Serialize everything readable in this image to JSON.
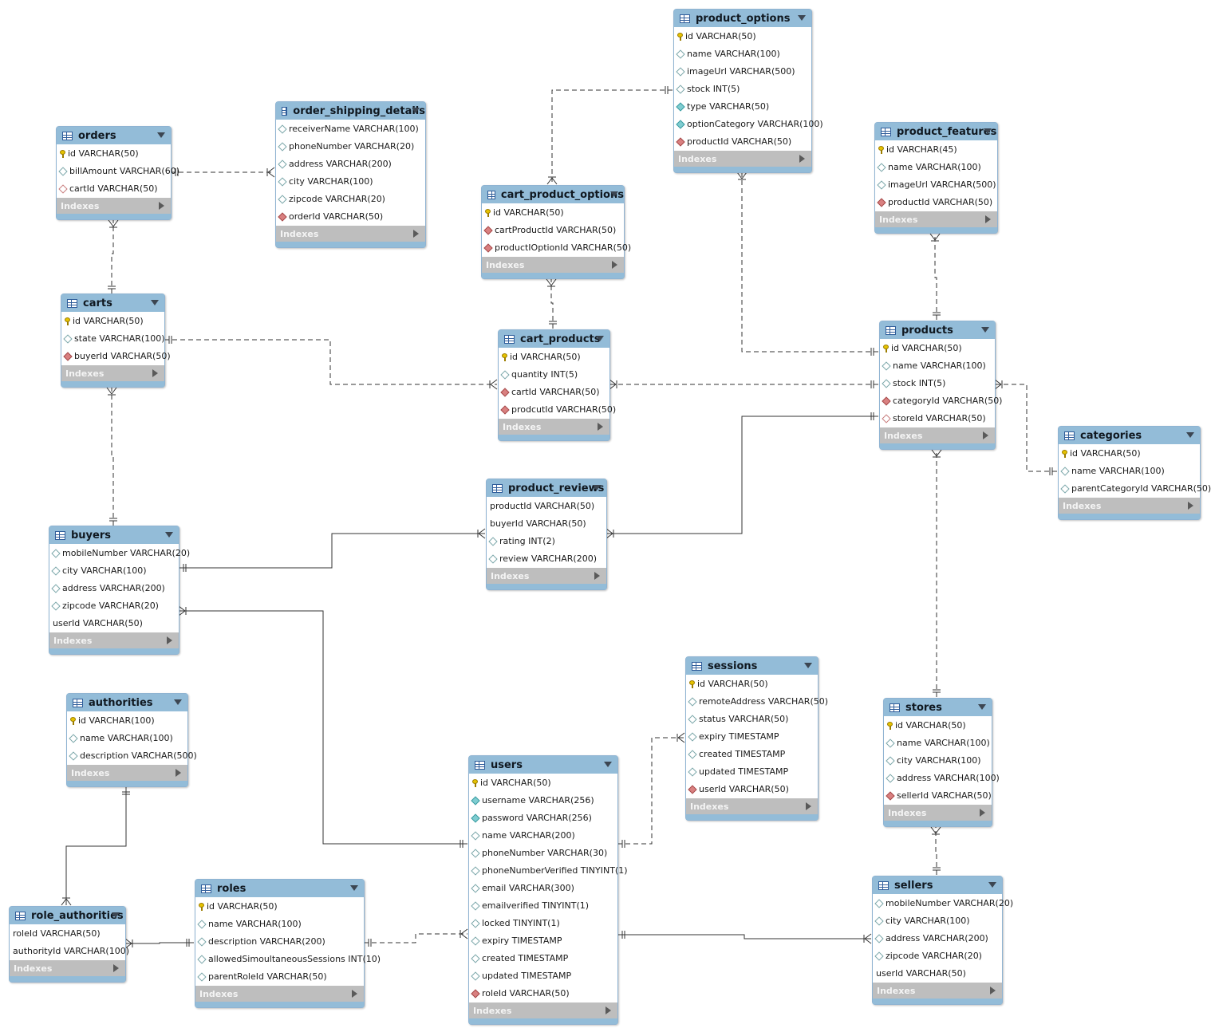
{
  "diagram": {
    "tables": [
      {
        "key": "orders",
        "name": "orders",
        "columns": [
          {
            "text": "id VARCHAR(50)",
            "icon": "primary-key-icon"
          },
          {
            "text": "billAmount VARCHAR(60)",
            "icon": "column-icon"
          },
          {
            "text": "cartId VARCHAR(50)",
            "icon": "foreign-key-nullable-icon"
          }
        ],
        "indexes_label": "Indexes"
      },
      {
        "key": "order_shipping_details",
        "name": "order_shipping_details",
        "columns": [
          {
            "text": "receiverName VARCHAR(100)",
            "icon": "column-icon"
          },
          {
            "text": "phoneNumber VARCHAR(20)",
            "icon": "column-icon"
          },
          {
            "text": "address VARCHAR(200)",
            "icon": "column-icon"
          },
          {
            "text": "city VARCHAR(100)",
            "icon": "column-icon"
          },
          {
            "text": "zipcode VARCHAR(20)",
            "icon": "column-icon"
          },
          {
            "text": "orderId VARCHAR(50)",
            "icon": "foreign-key-icon"
          }
        ],
        "indexes_label": "Indexes"
      },
      {
        "key": "product_options",
        "name": "product_options",
        "columns": [
          {
            "text": "id VARCHAR(50)",
            "icon": "primary-key-icon"
          },
          {
            "text": "name VARCHAR(100)",
            "icon": "column-icon"
          },
          {
            "text": "imageUrl VARCHAR(500)",
            "icon": "column-icon"
          },
          {
            "text": "stock INT(5)",
            "icon": "column-icon"
          },
          {
            "text": "type VARCHAR(50)",
            "icon": "not-null-column-icon"
          },
          {
            "text": "optionCategory VARCHAR(100)",
            "icon": "not-null-column-icon"
          },
          {
            "text": "productId VARCHAR(50)",
            "icon": "foreign-key-icon"
          }
        ],
        "indexes_label": "Indexes"
      },
      {
        "key": "product_features",
        "name": "product_features",
        "columns": [
          {
            "text": "id VARCHAR(45)",
            "icon": "primary-key-icon"
          },
          {
            "text": "name VARCHAR(100)",
            "icon": "column-icon"
          },
          {
            "text": "imageUrl VARCHAR(500)",
            "icon": "column-icon"
          },
          {
            "text": "productId VARCHAR(50)",
            "icon": "foreign-key-icon"
          }
        ],
        "indexes_label": "Indexes"
      },
      {
        "key": "carts",
        "name": "carts",
        "columns": [
          {
            "text": "id VARCHAR(50)",
            "icon": "primary-key-icon"
          },
          {
            "text": "state VARCHAR(100)",
            "icon": "column-icon"
          },
          {
            "text": "buyerId VARCHAR(50)",
            "icon": "foreign-key-icon"
          }
        ],
        "indexes_label": "Indexes"
      },
      {
        "key": "cart_product_options",
        "name": "cart_product_options",
        "columns": [
          {
            "text": "id VARCHAR(50)",
            "icon": "primary-key-icon"
          },
          {
            "text": "cartProductId VARCHAR(50)",
            "icon": "foreign-key-icon"
          },
          {
            "text": "productIOptionId VARCHAR(50)",
            "icon": "foreign-key-icon"
          }
        ],
        "indexes_label": "Indexes"
      },
      {
        "key": "cart_products",
        "name": "cart_products",
        "columns": [
          {
            "text": "id VARCHAR(50)",
            "icon": "primary-key-icon"
          },
          {
            "text": "quantity INT(5)",
            "icon": "column-icon"
          },
          {
            "text": "cartId VARCHAR(50)",
            "icon": "foreign-key-icon"
          },
          {
            "text": "prodcutId VARCHAR(50)",
            "icon": "foreign-key-icon"
          }
        ],
        "indexes_label": "Indexes"
      },
      {
        "key": "products",
        "name": "products",
        "columns": [
          {
            "text": "id VARCHAR(50)",
            "icon": "primary-key-icon"
          },
          {
            "text": "name VARCHAR(100)",
            "icon": "column-icon"
          },
          {
            "text": "stock INT(5)",
            "icon": "column-icon"
          },
          {
            "text": "categoryId VARCHAR(50)",
            "icon": "foreign-key-icon"
          },
          {
            "text": "storeId VARCHAR(50)",
            "icon": "foreign-key-nullable-icon"
          }
        ],
        "indexes_label": "Indexes"
      },
      {
        "key": "categories",
        "name": "categories",
        "columns": [
          {
            "text": "id VARCHAR(50)",
            "icon": "primary-key-icon"
          },
          {
            "text": "name VARCHAR(100)",
            "icon": "column-icon"
          },
          {
            "text": "parentCategoryId VARCHAR(50)",
            "icon": "column-icon"
          }
        ],
        "indexes_label": "Indexes"
      },
      {
        "key": "product_reviews",
        "name": "product_reviews",
        "columns": [
          {
            "text": "productId VARCHAR(50)",
            "icon": "none"
          },
          {
            "text": "buyerId VARCHAR(50)",
            "icon": "none"
          },
          {
            "text": "rating INT(2)",
            "icon": "column-icon"
          },
          {
            "text": "review VARCHAR(200)",
            "icon": "column-icon"
          }
        ],
        "indexes_label": "Indexes"
      },
      {
        "key": "buyers",
        "name": "buyers",
        "columns": [
          {
            "text": "mobileNumber VARCHAR(20)",
            "icon": "column-icon"
          },
          {
            "text": "city VARCHAR(100)",
            "icon": "column-icon"
          },
          {
            "text": "address VARCHAR(200)",
            "icon": "column-icon"
          },
          {
            "text": "zipcode VARCHAR(20)",
            "icon": "column-icon"
          },
          {
            "text": "userId VARCHAR(50)",
            "icon": "none"
          }
        ],
        "indexes_label": "Indexes"
      },
      {
        "key": "sessions",
        "name": "sessions",
        "columns": [
          {
            "text": "id VARCHAR(50)",
            "icon": "primary-key-icon"
          },
          {
            "text": "remoteAddress VARCHAR(50)",
            "icon": "column-icon"
          },
          {
            "text": "status VARCHAR(50)",
            "icon": "column-icon"
          },
          {
            "text": "expiry TIMESTAMP",
            "icon": "column-icon"
          },
          {
            "text": "created TIMESTAMP",
            "icon": "column-icon"
          },
          {
            "text": "updated TIMESTAMP",
            "icon": "column-icon"
          },
          {
            "text": "userId VARCHAR(50)",
            "icon": "foreign-key-icon"
          }
        ],
        "indexes_label": "Indexes"
      },
      {
        "key": "stores",
        "name": "stores",
        "columns": [
          {
            "text": "id VARCHAR(50)",
            "icon": "primary-key-icon"
          },
          {
            "text": "name VARCHAR(100)",
            "icon": "column-icon"
          },
          {
            "text": "city VARCHAR(100)",
            "icon": "column-icon"
          },
          {
            "text": "address VARCHAR(100)",
            "icon": "column-icon"
          },
          {
            "text": "sellerId VARCHAR(50)",
            "icon": "foreign-key-icon"
          }
        ],
        "indexes_label": "Indexes"
      },
      {
        "key": "authorities",
        "name": "authorities",
        "columns": [
          {
            "text": "id VARCHAR(100)",
            "icon": "primary-key-icon"
          },
          {
            "text": "name VARCHAR(100)",
            "icon": "column-icon"
          },
          {
            "text": "description VARCHAR(500)",
            "icon": "column-icon"
          }
        ],
        "indexes_label": "Indexes"
      },
      {
        "key": "users",
        "name": "users",
        "columns": [
          {
            "text": "id VARCHAR(50)",
            "icon": "primary-key-icon"
          },
          {
            "text": "username VARCHAR(256)",
            "icon": "not-null-column-icon"
          },
          {
            "text": "password VARCHAR(256)",
            "icon": "not-null-column-icon"
          },
          {
            "text": "name VARCHAR(200)",
            "icon": "column-icon"
          },
          {
            "text": "phoneNumber VARCHAR(30)",
            "icon": "column-icon"
          },
          {
            "text": "phoneNumberVerified TINYINT(1)",
            "icon": "column-icon"
          },
          {
            "text": "email VARCHAR(300)",
            "icon": "column-icon"
          },
          {
            "text": "emailverified TINYINT(1)",
            "icon": "column-icon"
          },
          {
            "text": "locked TINYINT(1)",
            "icon": "column-icon"
          },
          {
            "text": "expiry TIMESTAMP",
            "icon": "column-icon"
          },
          {
            "text": "created TIMESTAMP",
            "icon": "column-icon"
          },
          {
            "text": "updated TIMESTAMP",
            "icon": "column-icon"
          },
          {
            "text": "roleId VARCHAR(50)",
            "icon": "foreign-key-icon"
          }
        ],
        "indexes_label": "Indexes"
      },
      {
        "key": "roles",
        "name": "roles",
        "columns": [
          {
            "text": "id VARCHAR(50)",
            "icon": "primary-key-icon"
          },
          {
            "text": "name VARCHAR(100)",
            "icon": "column-icon"
          },
          {
            "text": "description VARCHAR(200)",
            "icon": "column-icon"
          },
          {
            "text": "allowedSimoultaneousSessions INT(10)",
            "icon": "column-icon"
          },
          {
            "text": "parentRoleId VARCHAR(50)",
            "icon": "column-icon"
          }
        ],
        "indexes_label": "Indexes"
      },
      {
        "key": "role_authorities",
        "name": "role_authorities",
        "columns": [
          {
            "text": "roleId VARCHAR(50)",
            "icon": "none"
          },
          {
            "text": "authorityId VARCHAR(100)",
            "icon": "none"
          }
        ],
        "indexes_label": "Indexes"
      },
      {
        "key": "sellers",
        "name": "sellers",
        "columns": [
          {
            "text": "mobileNumber VARCHAR(20)",
            "icon": "column-icon"
          },
          {
            "text": "city VARCHAR(100)",
            "icon": "column-icon"
          },
          {
            "text": "address VARCHAR(200)",
            "icon": "column-icon"
          },
          {
            "text": "zipcode VARCHAR(20)",
            "icon": "column-icon"
          },
          {
            "text": "userId VARCHAR(50)",
            "icon": "none"
          }
        ],
        "indexes_label": "Indexes"
      }
    ],
    "relationships": [
      {
        "key": "orders-order_shipping_details",
        "from": "orders",
        "to": "order_shipping_details",
        "style": "dashed"
      },
      {
        "key": "carts-orders",
        "from": "carts",
        "to": "orders",
        "style": "dashed"
      },
      {
        "key": "buyers-carts",
        "from": "buyers",
        "to": "carts",
        "style": "dashed"
      },
      {
        "key": "carts-cart_products",
        "from": "carts",
        "to": "cart_products",
        "style": "dashed"
      },
      {
        "key": "product_options-cart_product_options",
        "from": "product_options",
        "to": "cart_product_options",
        "style": "dashed"
      },
      {
        "key": "cart_products-cart_product_options",
        "from": "cart_products",
        "to": "cart_product_options",
        "style": "dashed"
      },
      {
        "key": "products-cart_products",
        "from": "products",
        "to": "cart_products",
        "style": "dashed"
      },
      {
        "key": "products-product_options",
        "from": "products",
        "to": "product_options",
        "style": "dashed"
      },
      {
        "key": "products-product_features",
        "from": "products",
        "to": "product_features",
        "style": "dashed"
      },
      {
        "key": "categories-products",
        "from": "categories",
        "to": "products",
        "style": "dashed"
      },
      {
        "key": "stores-products",
        "from": "stores",
        "to": "products",
        "style": "dashed"
      },
      {
        "key": "sellers-stores",
        "from": "sellers",
        "to": "stores",
        "style": "dashed"
      },
      {
        "key": "products-product_reviews",
        "from": "products",
        "to": "product_reviews",
        "style": "solid"
      },
      {
        "key": "buyers-product_reviews",
        "from": "buyers",
        "to": "product_reviews",
        "style": "solid"
      },
      {
        "key": "users-buyers",
        "from": "users",
        "to": "buyers",
        "style": "solid"
      },
      {
        "key": "users-sessions",
        "from": "users",
        "to": "sessions",
        "style": "dashed"
      },
      {
        "key": "users-sellers",
        "from": "users",
        "to": "sellers",
        "style": "solid"
      },
      {
        "key": "roles-users",
        "from": "roles",
        "to": "users",
        "style": "dashed"
      },
      {
        "key": "roles-role_authorities",
        "from": "roles",
        "to": "role_authorities",
        "style": "solid"
      },
      {
        "key": "authorities-role_authorities",
        "from": "authorities",
        "to": "role_authorities",
        "style": "solid"
      }
    ]
  }
}
